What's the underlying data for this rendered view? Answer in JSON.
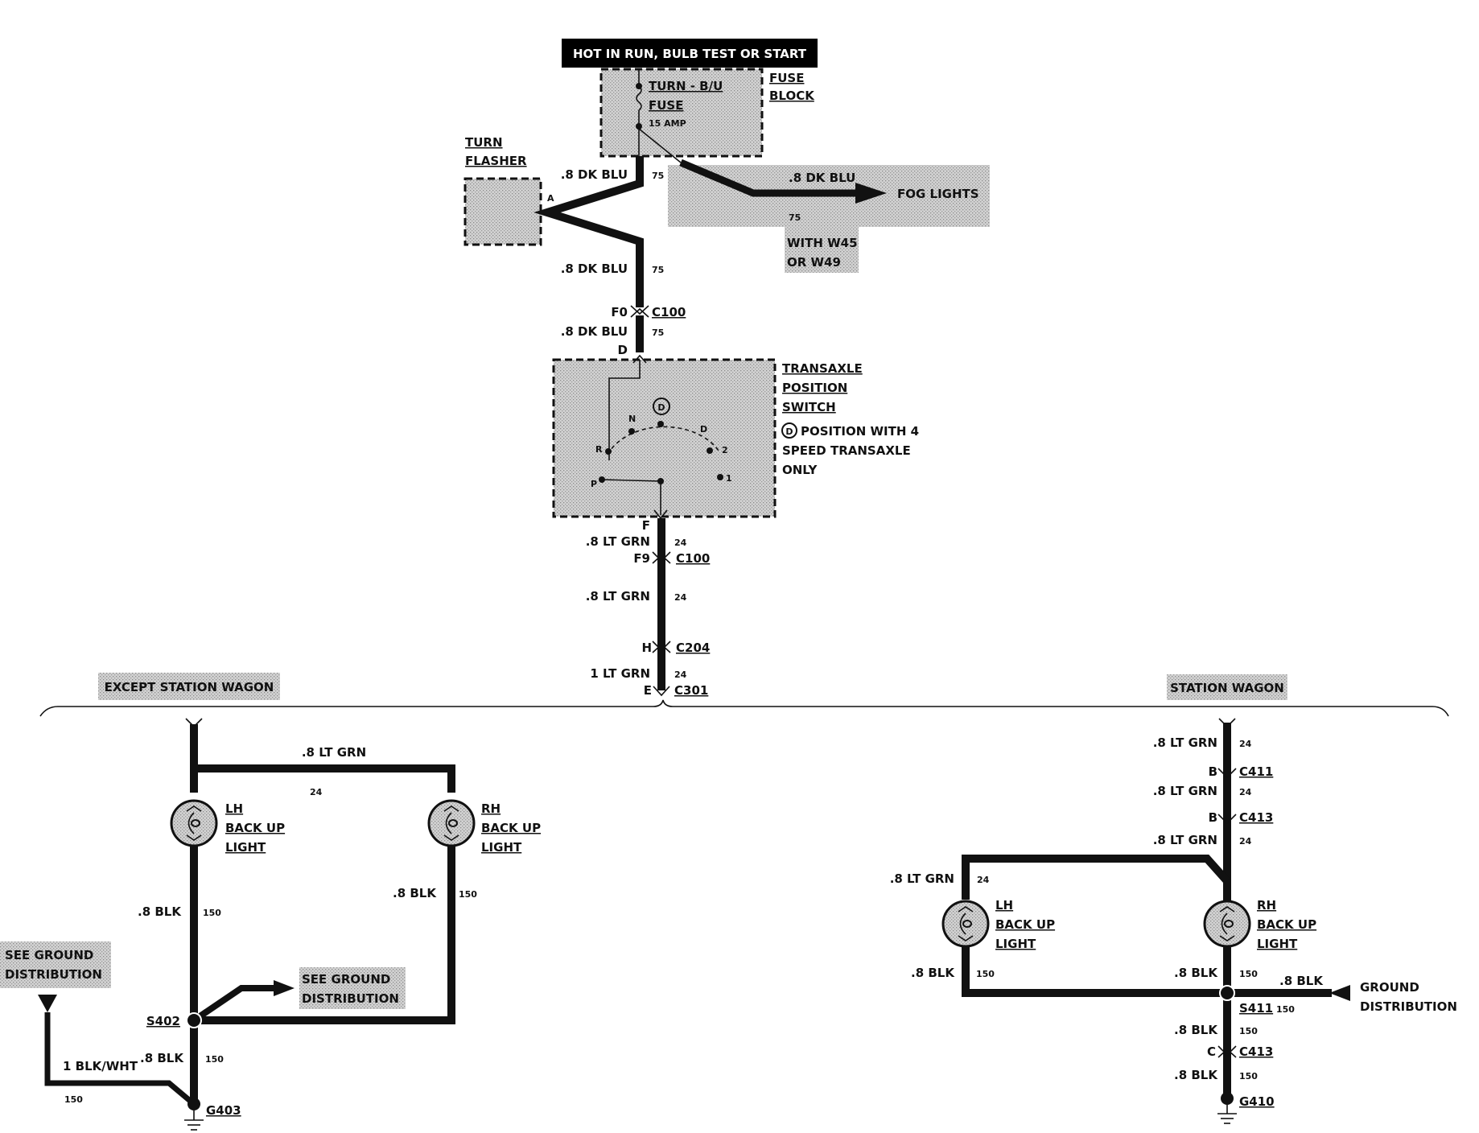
{
  "header": {
    "power_label": "HOT IN RUN, BULB TEST OR START"
  },
  "fuse_block": {
    "fuse_name_1": "TURN - B/U",
    "fuse_name_2": "FUSE",
    "fuse_rating": "15 AMP",
    "block_label_1": "FUSE",
    "block_label_2": "BLOCK"
  },
  "turn_flasher": {
    "label_1": "TURN",
    "label_2": "FLASHER",
    "pin": "A"
  },
  "fog_branch": {
    "wire": ".8 DK BLU",
    "circuit": "75",
    "destination": "FOG LIGHTS",
    "option_1": "WITH W45",
    "option_2": "OR W49"
  },
  "upper_wires": [
    {
      "wire": ".8 DK BLU",
      "circuit": "75"
    },
    {
      "wire": ".8 DK BLU",
      "circuit": "75"
    },
    {
      "wire": ".8 DK BLU",
      "circuit": "75"
    }
  ],
  "connector_c100_top": {
    "pin": "F0",
    "name": "C100"
  },
  "transaxle_switch": {
    "title_1": "TRANSAXLE",
    "title_2": "POSITION",
    "title_3": "SWITCH",
    "note_symbol": "D",
    "note_1": "POSITION WITH 4",
    "note_2": "SPEED TRANSAXLE",
    "note_3": "ONLY",
    "pin_in": "D",
    "pin_out": "F",
    "positions": [
      "P",
      "R",
      "N",
      "D",
      "D",
      "2",
      "1"
    ]
  },
  "lower_trunk": {
    "seg1": {
      "wire": ".8 LT GRN",
      "circuit": "24"
    },
    "c100": {
      "pin": "F9",
      "name": "C100"
    },
    "seg2": {
      "wire": ".8 LT GRN",
      "circuit": "24"
    },
    "c204": {
      "pin": "H",
      "name": "C204"
    },
    "seg3": {
      "wire": "1 LT GRN",
      "circuit": "24"
    },
    "c301": {
      "pin": "E",
      "name": "C301"
    }
  },
  "except_station_wagon": {
    "title": "EXCEPT STATION WAGON",
    "cross_wire": ".8 LT GRN",
    "cross_circuit": "24",
    "lh_1": "LH",
    "lh_2": "BACK UP",
    "lh_3": "LIGHT",
    "rh_1": "RH",
    "rh_2": "BACK UP",
    "rh_3": "LIGHT",
    "lh_gnd_wire": ".8 BLK",
    "lh_gnd_circuit": "150",
    "rh_gnd_wire": ".8 BLK",
    "rh_gnd_circuit": "150",
    "see_ground_1": "SEE GROUND",
    "see_ground_2": "DISTRIBUTION",
    "splice": "S402",
    "bottom_wire": ".8 BLK",
    "bottom_circuit": "150",
    "left_ref_1": "SEE GROUND",
    "left_ref_2": "DISTRIBUTION",
    "left_wire": "1 BLK/WHT",
    "left_circuit": "150",
    "ground": "G403"
  },
  "station_wagon": {
    "title": "STATION WAGON",
    "seg1": {
      "wire": ".8 LT GRN",
      "circuit": "24"
    },
    "c411": {
      "pin": "B",
      "name": "C411"
    },
    "seg2": {
      "wire": ".8 LT GRN",
      "circuit": "24"
    },
    "c413": {
      "pin": "B",
      "name": "C413"
    },
    "seg3": {
      "wire": ".8 LT GRN",
      "circuit": "24"
    },
    "lh_feed": {
      "wire": ".8 LT GRN",
      "circuit": "24"
    },
    "lh_1": "LH",
    "lh_2": "BACK UP",
    "lh_3": "LIGHT",
    "rh_1": "RH",
    "rh_2": "BACK UP",
    "rh_3": "LIGHT",
    "lh_gnd": {
      "wire": ".8 BLK",
      "circuit": "150"
    },
    "rh_gnd": {
      "wire": ".8 BLK",
      "circuit": "150"
    },
    "ground_ref": {
      "wire": ".8 BLK",
      "label_1": "GROUND",
      "label_2": "DISTRIBUTION"
    },
    "splice": {
      "name": "S411",
      "circuit": "150"
    },
    "seg4": {
      "wire": ".8 BLK",
      "circuit": "150"
    },
    "c413_lower": {
      "pin": "C",
      "name": "C413"
    },
    "seg5": {
      "wire": ".8 BLK",
      "circuit": "150"
    },
    "ground": "G410"
  }
}
